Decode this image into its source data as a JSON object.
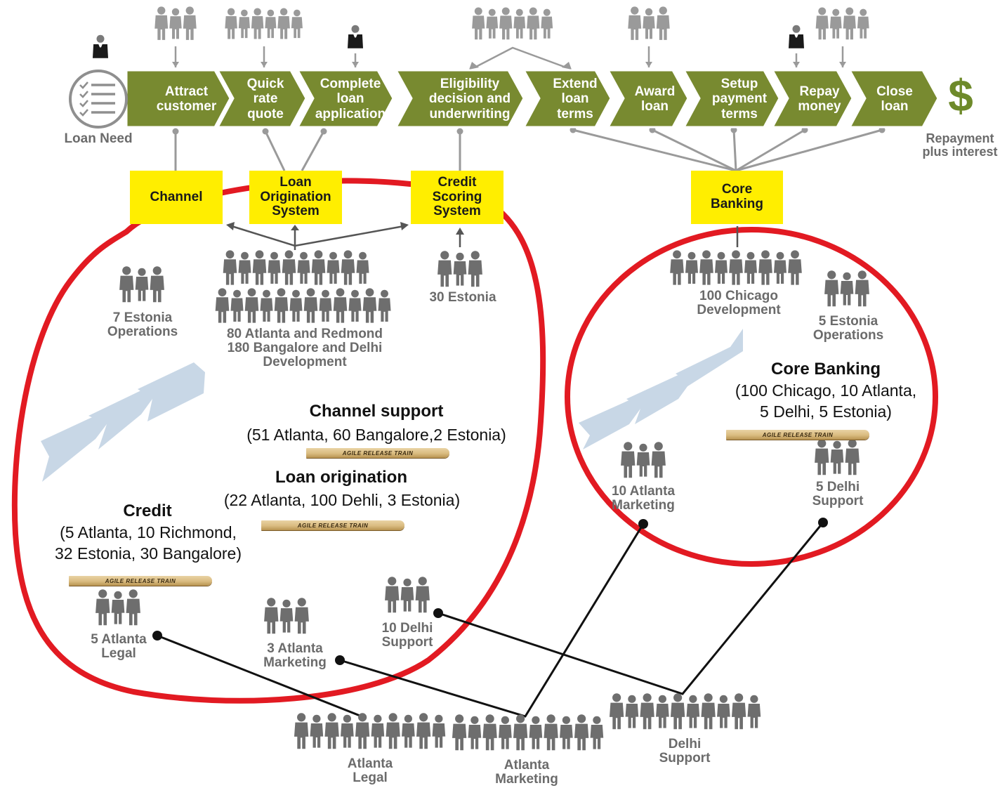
{
  "value_stream": {
    "start_label": "Loan Need",
    "end_symbol": "$",
    "end_label": "Repayment\nplus interest",
    "steps": [
      "Attract\ncustomer",
      "Quick\nrate\nquote",
      "Complete\nloan\napplication",
      "Eligibility\ndecision and\nunderwriting",
      "Extend\nloan\nterms",
      "Award\nloan",
      "Setup\npayment\nterms",
      "Repay\nmoney",
      "Close\nloan"
    ]
  },
  "systems": {
    "channel": "Channel",
    "loan_origination": "Loan\nOrigination\nSystem",
    "credit_scoring": "Credit\nScoring\nSystem",
    "core_banking": "Core\nBanking"
  },
  "teams": {
    "estonia_ops_7": "7 Estonia\nOperations",
    "dev_atlanta_bangalore": "80 Atlanta and Redmond\n180 Bangalore and Delhi\nDevelopment",
    "estonia_30": "30 Estonia",
    "chicago_dev": "100 Chicago\nDevelopment",
    "estonia_ops_5": "5 Estonia\nOperations",
    "atlanta_marketing_10": "10 Atlanta\nMarketing",
    "delhi_support_5": "5 Delhi\nSupport",
    "atlanta_legal_5": "5 Atlanta\nLegal",
    "atlanta_marketing_3": "3 Atlanta\nMarketing",
    "delhi_support_10": "10 Delhi\nSupport",
    "atlanta_legal": "Atlanta\nLegal",
    "atlanta_marketing": "Atlanta\nMarketing",
    "delhi_support": "Delhi\nSupport"
  },
  "release_trains": {
    "channel_support": {
      "title": "Channel support",
      "detail": "(51 Atlanta, 60 Bangalore,2 Estonia)"
    },
    "loan_origination": {
      "title": "Loan origination",
      "detail": "(22 Atlanta, 100 Dehli, 3 Estonia)"
    },
    "credit": {
      "title": "Credit",
      "detail": "(5 Atlanta, 10 Richmond,\n32 Estonia, 30 Bangalore)"
    },
    "core_banking": {
      "title": "Core Banking",
      "detail": "(100 Chicago, 10 Atlanta,\n5 Delhi, 5 Estonia)"
    },
    "train_label": "AGILE RELEASE TRAIN"
  },
  "colors": {
    "step_green": "#788a30",
    "system_yellow": "#ffee00",
    "circle_red": "#e21a22",
    "people_gray": "#6e6e6e",
    "people_light": "#9a9a9a",
    "connector": "#9a9a9a",
    "dollar_green": "#6e8a2a",
    "chevron_blue": "#c8d7e6"
  },
  "icons": [
    "checklist-icon",
    "person-icon",
    "dollar-icon",
    "chevron-arrow-icon",
    "train-icon"
  ]
}
